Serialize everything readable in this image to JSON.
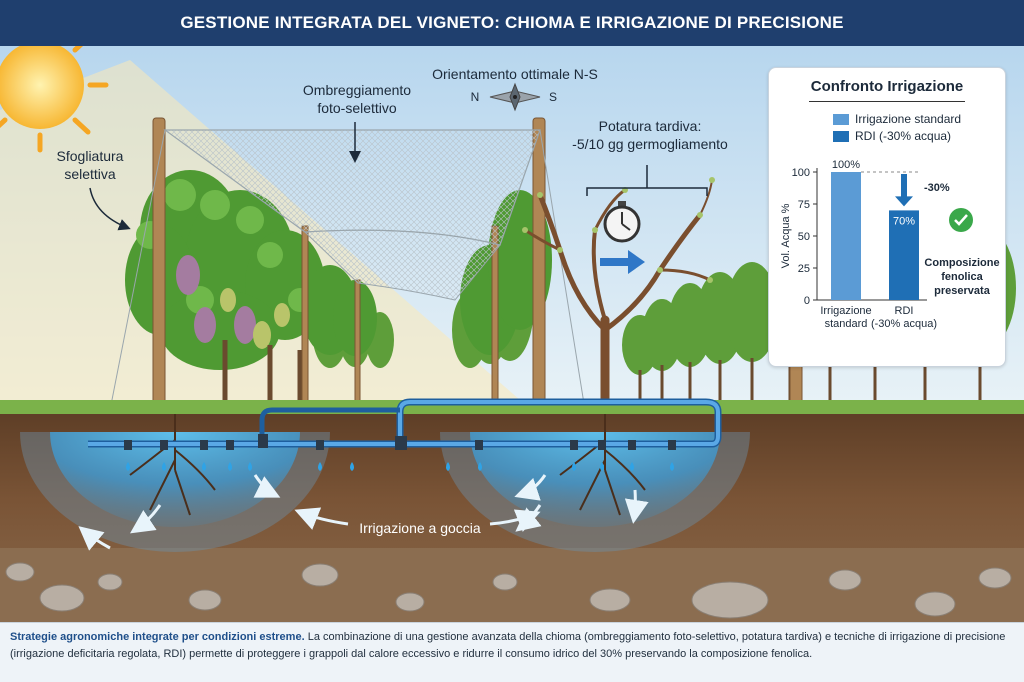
{
  "title": "GESTIONE INTEGRATA DEL VIGNETO: CHIOMA E IRRIGAZIONE DI PRECISIONE",
  "labels": {
    "shading_line1": "Ombreggiamento",
    "shading_line2": "foto-selettivo",
    "orientation": "Orientamento ottimale N-S",
    "compass_n": "N",
    "compass_s": "S",
    "defoliation_line1": "Sfogliatura",
    "defoliation_line2": "selettiva",
    "pruning_line1": "Potatura tardiva:",
    "pruning_line2": "-5/10 gg germogliamento",
    "drip": "Irrigazione a goccia"
  },
  "comparison_panel": {
    "title": "Confronto Irrigazione",
    "legend": [
      {
        "label": "Irrigazione standard",
        "color": "#5b9bd5"
      },
      {
        "label": "RDI (-30% acqua)",
        "color": "#1f6fb5"
      }
    ],
    "y_axis_label": "Vol. Acqua %",
    "reduction_label": "-30%",
    "check_text_line1": "Composizione",
    "check_text_line2": "fenolica",
    "check_text_line3": "preservata"
  },
  "chart_data": {
    "type": "bar",
    "categories": [
      "Irrigazione standard",
      "RDI (-30% acqua)"
    ],
    "category_lines": [
      [
        "Irrigazione",
        "standard"
      ],
      [
        "RDI",
        "(-30% acqua)"
      ]
    ],
    "values": [
      100,
      70
    ],
    "value_labels": [
      "100%",
      "70%"
    ],
    "colors": [
      "#5b9bd5",
      "#1f6fb5"
    ],
    "ylabel": "Vol. Acqua %",
    "ylim": [
      0,
      100
    ],
    "yticks": [
      0,
      25,
      50,
      75,
      100
    ],
    "grid": false,
    "legend_position": "top"
  },
  "caption": {
    "bold": "Strategie agronomiche integrate per condizioni estreme.",
    "text": "La combinazione di una gestione avanzata della chioma (ombreggiamento foto-selettivo, potatura tardiva) e tecniche di irrigazione di precisione (irrigazione deficitaria regolata, RDI) permette di proteggere i grappoli dal calore eccessivo e ridurre il consumo idrico del 30% preservando la composizione fenolica."
  },
  "colors": {
    "title_bar": "#1f3f6e",
    "sky_top": "#bcd9ef",
    "grass": "#7bb24a",
    "soil": "#6b4a30",
    "pipe": "#3d8fd8",
    "water": "#4fb0e8"
  }
}
